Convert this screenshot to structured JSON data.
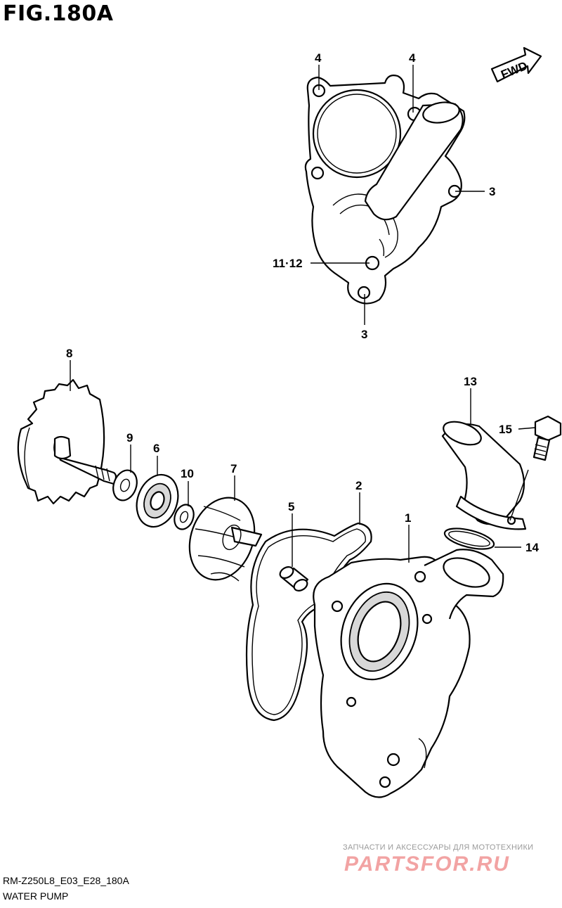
{
  "header": {
    "fig_title": "FIG.180A"
  },
  "fwd_label": "FWD",
  "callouts": {
    "c4a": "4",
    "c4b": "4",
    "c3a": "3",
    "c3b": "3",
    "c11_12": "11·12",
    "c8": "8",
    "c9": "9",
    "c6": "6",
    "c10": "10",
    "c7": "7",
    "c5": "5",
    "c2": "2",
    "c1": "1",
    "c13": "13",
    "c15": "15",
    "c14": "14"
  },
  "watermark": {
    "tagline": "ЗАПЧАСТИ И АКСЕССУАРЫ ДЛЯ МОТОТЕХНИКИ",
    "brand": "PARTSFOR.RU"
  },
  "footer": {
    "code": "RM-Z250L8_E03_E28_180A",
    "name": "WATER PUMP"
  }
}
